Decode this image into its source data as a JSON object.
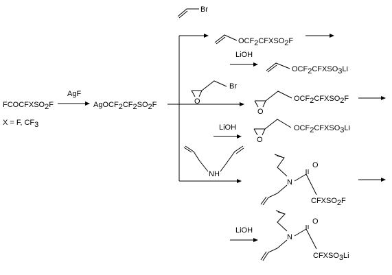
{
  "scheme": {
    "start": {
      "pre": "FCOCFXSO",
      "sub": "2",
      "post": "F"
    },
    "x_note": {
      "pre": "X = F, CF",
      "sub": "3"
    },
    "reagent_agf": "AgF",
    "silver_salt": {
      "p1": "AgOCF",
      "s1": "2",
      "p2": "CF",
      "s2": "2",
      "p3": "SO",
      "s3": "2",
      "p4": "F"
    },
    "branch_1": {
      "reagent_atom": "Br",
      "product": {
        "p1": "OCF",
        "s1": "2",
        "p2": "CFXSO",
        "s2": "2",
        "p3": "F"
      },
      "hydrolysis_reagent": "LiOH",
      "salt": {
        "p1": "OCF",
        "s1": "2",
        "p2": "CFXSO",
        "s2": "3",
        "p3": "Li"
      }
    },
    "branch_2": {
      "reagent_atom": "Br",
      "ring_atom": "O",
      "product": {
        "ring_atom": "O",
        "p1": "OCF",
        "s1": "2",
        "p2": "CFXSO",
        "s2": "2",
        "p3": "F"
      },
      "hydrolysis_reagent": "LiOH",
      "salt": {
        "ring_atom": "O",
        "p1": "OCF",
        "s1": "2",
        "p2": "CFXSO",
        "s2": "3",
        "p3": "Li"
      }
    },
    "branch_3": {
      "reagent_atom": "NH",
      "product": {
        "n_atom": "N",
        "o_atom": "O",
        "pre": "CFXSO",
        "sub": "2",
        "post": "F"
      },
      "hydrolysis_reagent": "LiOH",
      "salt": {
        "n_atom": "N",
        "o_atom": "O",
        "pre": "CFXSO",
        "sub": "3",
        "post": "Li"
      }
    }
  }
}
